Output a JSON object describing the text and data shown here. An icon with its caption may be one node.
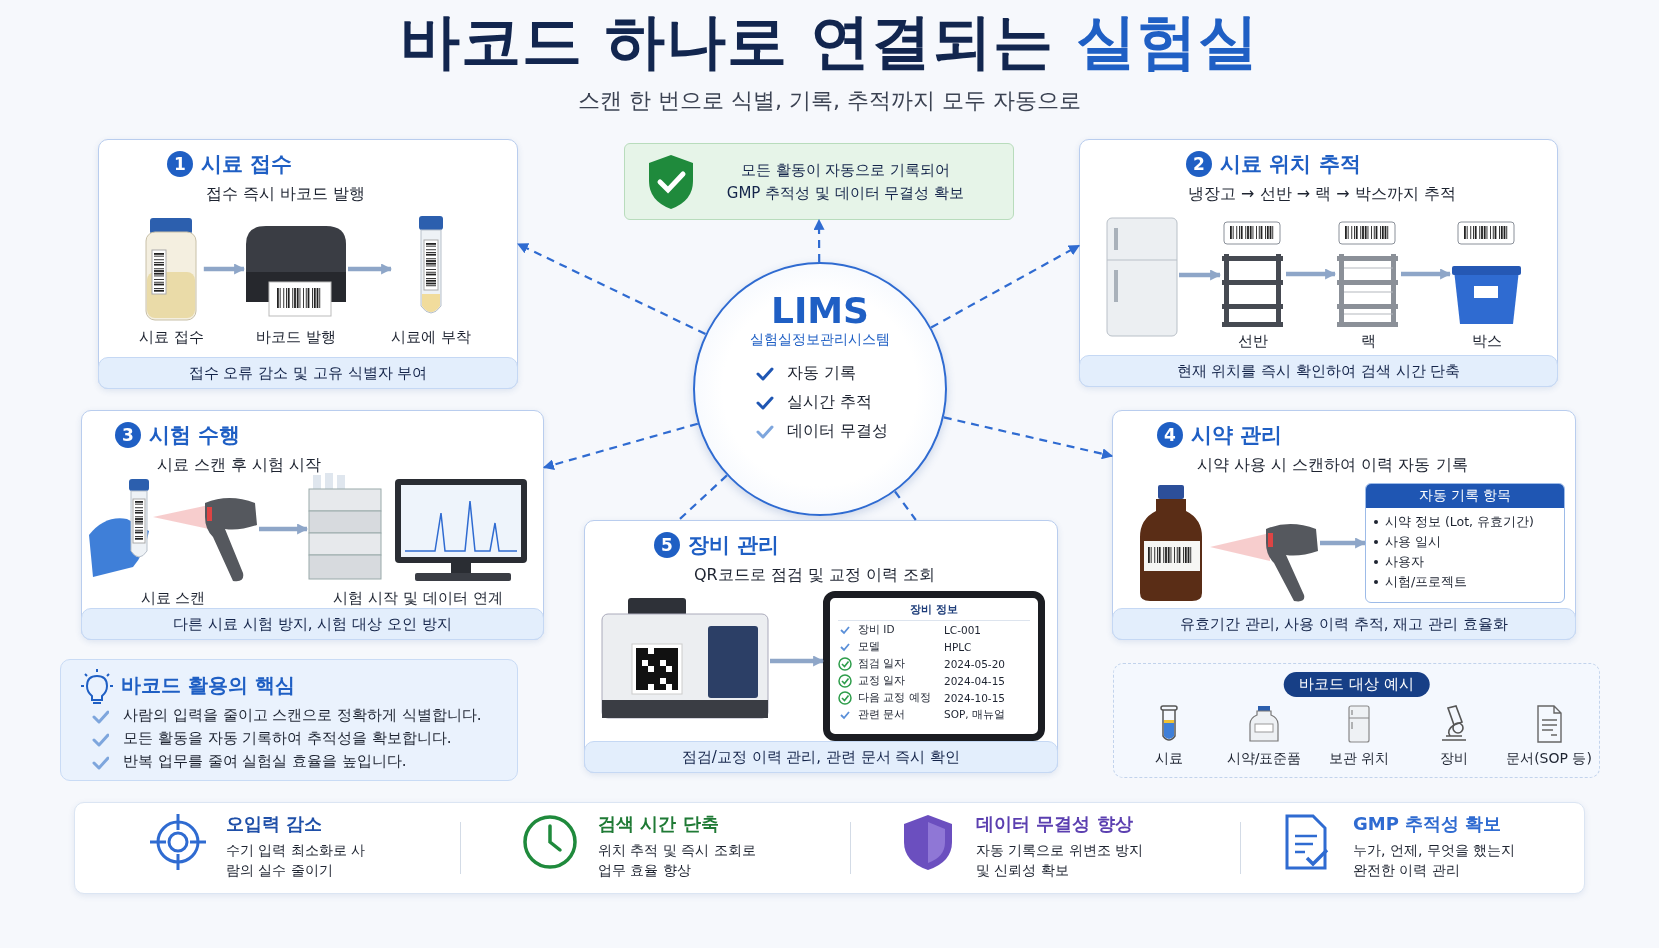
{
  "diagram": {
    "title": "바코드 하나로 연결되는 실험실",
    "nodes": [
      {
        "text": [
          "LIMS",
          "실험실정보관리시스템",
          "자동 기록",
          "실시간 추적",
          "데이터 무결성"
        ]
      },
      {
        "text": [
          "모든 활동이 자동으로 기록되어 GMP 추적성 및 데이터 무결성 확보"
        ]
      },
      {
        "text": [
          "1",
          "시료 접수",
          "접수 즉시 바코드 발행",
          "접수 오류 감소 및 고유 식별자 부여"
        ]
      },
      {
        "text": [
          "시료 접수"
        ],
        "in": 2
      },
      {
        "text": [
          "바코드 발행"
        ],
        "in": 2
      },
      {
        "text": [
          "시료에 부착"
        ],
        "in": 2
      },
      {
        "text": [
          "2",
          "시료 위치 추적",
          "냉장고 → 선반 → 랙 → 박스까지 추적",
          "현재 위치를 즉시 확인하여 검색 시간 단축"
        ]
      },
      {
        "text": [],
        "shape": "picture",
        "in": 6
      },
      {
        "text": [
          "선반"
        ],
        "in": 6
      },
      {
        "text": [
          "랙"
        ],
        "in": 6
      },
      {
        "text": [
          "박스"
        ],
        "in": 6
      },
      {
        "text": [
          "3",
          "시험 수행",
          "시료 스캔 후 시험 시작",
          "다른 시료 시험 방지, 시험 대상 오인 방지"
        ]
      },
      {
        "text": [
          "시료 스캔"
        ],
        "in": 11
      },
      {
        "text": [
          "시험 시작 및 데이터 연계"
        ],
        "in": 11
      },
      {
        "text": [
          "4",
          "시약 관리",
          "시약 사용 시 스캔하여 이력 자동 기록",
          "유효기간 관리, 사용 이력 추적, 재고 관리 효율화"
        ]
      },
      {
        "text": [],
        "shape": "picture",
        "in": 14
      },
      {
        "text": [
          "자동 기록 항목",
          "시약 정보 (Lot, 유효기간)",
          "사용 일시",
          "사용자",
          "시험/프로젝트"
        ],
        "in": 14
      },
      {
        "text": [
          "5",
          "장비 관리",
          "QR코드로 점검 및 교정 이력 조회",
          "점검/교정 이력 관리, 관련 문서 즉시 확인"
        ]
      },
      {
        "text": [],
        "shape": "picture",
        "in": 17
      },
      {
        "text": [
          "장비 정보",
          "장비 ID",
          "LC-001",
          "모델",
          "HPLC",
          "점검 일자",
          "2024-05-20",
          "교정 일자",
          "2024-04-15",
          "다음 교정 예정",
          "2024-10-15",
          "관련 문서",
          "SOP, 매뉴얼"
        ],
        "in": 17
      },
      {
        "text": [
          "바코드 활용의 핵심",
          "사람의 입력을 줄이고 스캔으로 정확하게 식별합니다.",
          "모든 활동을 자동 기록하여 추적성을 확보합니다.",
          "반복 업무를 줄여 실험실 효율을 높입니다."
        ]
      },
      {
        "text": [
          "바코드 대상 예시",
          "시료",
          "시약/표준품",
          "보관 위치",
          "장비",
          "문서(SOP 등)"
        ]
      },
      {
        "text": [
          "오입력 감소",
          "수기 입력 최소화로 사람의 실수 줄이기"
        ]
      },
      {
        "text": [
          "검색 시간 단축",
          "위치 추적 및 즉시 조회로 업무 효율 향상"
        ]
      },
      {
        "text": [
          "데이터 무결성 향상",
          "자동 기록으로 위변조 방지 및 신뢰성 확보"
        ]
      },
      {
        "text": [
          "GMP 추적성 확보",
          "누가, 언제, 무엇을 했는지 완전한 이력 관리"
        ]
      }
    ],
    "edges": [
      {
        "from": 0,
        "to": 2,
        "arrow": "to",
        "style": "dashed",
        "color": "#2f6bd1"
      },
      {
        "from": 0,
        "to": 1,
        "arrow": "to",
        "style": "dashed",
        "color": "#2f6bd1"
      },
      {
        "from": 0,
        "to": 6,
        "arrow": "to",
        "style": "dashed",
        "color": "#2f6bd1"
      },
      {
        "from": 0,
        "to": 11,
        "arrow": "to",
        "style": "dashed",
        "color": "#2f6bd1"
      },
      {
        "from": 0,
        "to": 14,
        "arrow": "to",
        "style": "dashed",
        "color": "#2f6bd1"
      },
      {
        "from": 0,
        "to": 17,
        "arrow": "none",
        "style": "dashed",
        "color": "#2f6bd1"
      },
      {
        "from": 0,
        "to": 17,
        "arrow": "none",
        "style": "dashed",
        "color": "#2f6bd1"
      },
      {
        "from": 3,
        "to": 4,
        "arrow": "to"
      },
      {
        "from": 4,
        "to": 5,
        "arrow": "to"
      },
      {
        "from": 7,
        "to": 8,
        "arrow": "to"
      },
      {
        "from": 8,
        "to": 9,
        "arrow": "to"
      },
      {
        "from": 9,
        "to": 10,
        "arrow": "to"
      },
      {
        "from": 12,
        "to": 13,
        "arrow": "to"
      },
      {
        "from": 15,
        "to": 16,
        "arrow": "to"
      },
      {
        "from": 18,
        "to": 19,
        "arrow": "to"
      }
    ],
    "labels": [
      "스캔 한 번으로 식별, 기록, 추적까지 모두 자동으로"
    ]
  }
}
